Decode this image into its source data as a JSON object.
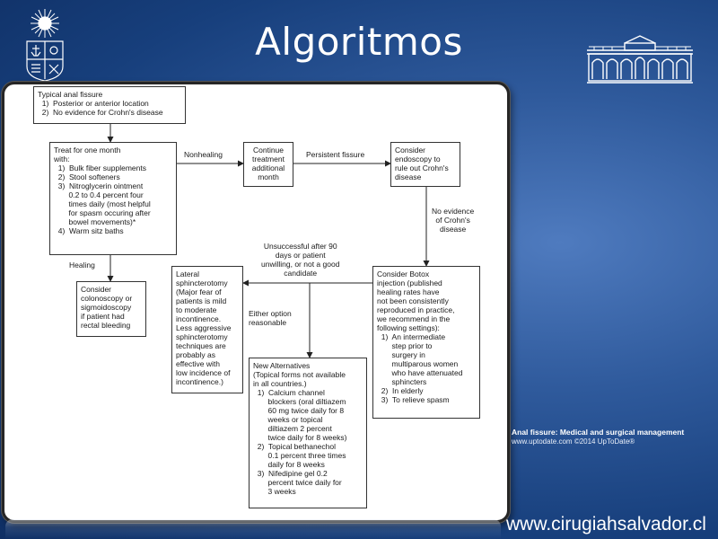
{
  "slide": {
    "title": "Algoritmos",
    "website": "www.cirugiahsalvador.cl"
  },
  "citation": {
    "title": "Anal fissure: Medical and surgical management",
    "source": "www.uptodate.com ©2014 UpToDate®"
  },
  "flowchart": {
    "typical": [
      "Typical anal fissure",
      "  1)  Posterior or anterior location",
      "  2)  No evidence for Crohn's disease"
    ],
    "treat": [
      "Treat for one month",
      "with:",
      "  1)  Bulk fiber supplements",
      "  2)  Stool softeners",
      "  3)  Nitroglycerin ointment",
      "       0.2 to 0.4 percent four",
      "       times daily (most helpful",
      "       for spasm occuring after",
      "       bowel movements)*",
      "  4)  Warm sitz baths"
    ],
    "continue": [
      "Continue",
      "treatment",
      "additional",
      "month"
    ],
    "endoscopy": [
      "Consider",
      "endoscopy to",
      "rule out Crohn's",
      "disease"
    ],
    "colonoscopy": [
      "Consider",
      "colonoscopy or",
      "sigmoidoscopy",
      "if patient had",
      "rectal bleeding"
    ],
    "lateral": [
      "Lateral",
      "sphincterotomy",
      "(Major fear of",
      "patients is mild",
      "to moderate",
      "incontinence.",
      "Less aggressive",
      "sphincterotomy",
      "techniques are",
      "probably as",
      "effective with",
      "low incidence of",
      "incontinence.)"
    ],
    "botox": [
      "Consider Botox",
      "injection (published",
      "healing rates have",
      "not been consistently",
      "reproduced in practice,",
      "we recommend in the",
      "following settings):",
      "  1)  An intermediate",
      "       step prior to",
      "       surgery in",
      "       multiparous women",
      "       who have attenuated",
      "       sphincters",
      "  2)  In elderly",
      "  3)  To relieve spasm"
    ],
    "alternatives": [
      "New Alternatives",
      "(Topical forms not available",
      "in all countries.)",
      "  1)  Calcium channel",
      "       blockers (oral diltiazem",
      "       60 mg twice daily for 8",
      "       weeks or topical",
      "       diltiazem 2 percent",
      "       twice daily for 8 weeks)",
      "  2)  Topical bethanechol",
      "       0.1 percent three times",
      "       daily for 8 weeks",
      "  3)  Nifedipine gel 0.2",
      "       percent twice daily for",
      "       3 weeks"
    ],
    "labels": {
      "nonhealing": "Nonhealing",
      "persistent": "Persistent fissure",
      "no_evidence": "No evidence\nof Crohn's\ndisease",
      "healing": "Healing",
      "unsuccessful": "Unsuccessful after 90\ndays or patient\nunwilling, or not a good\ncandidate",
      "either": "Either option\nreasonable"
    }
  }
}
